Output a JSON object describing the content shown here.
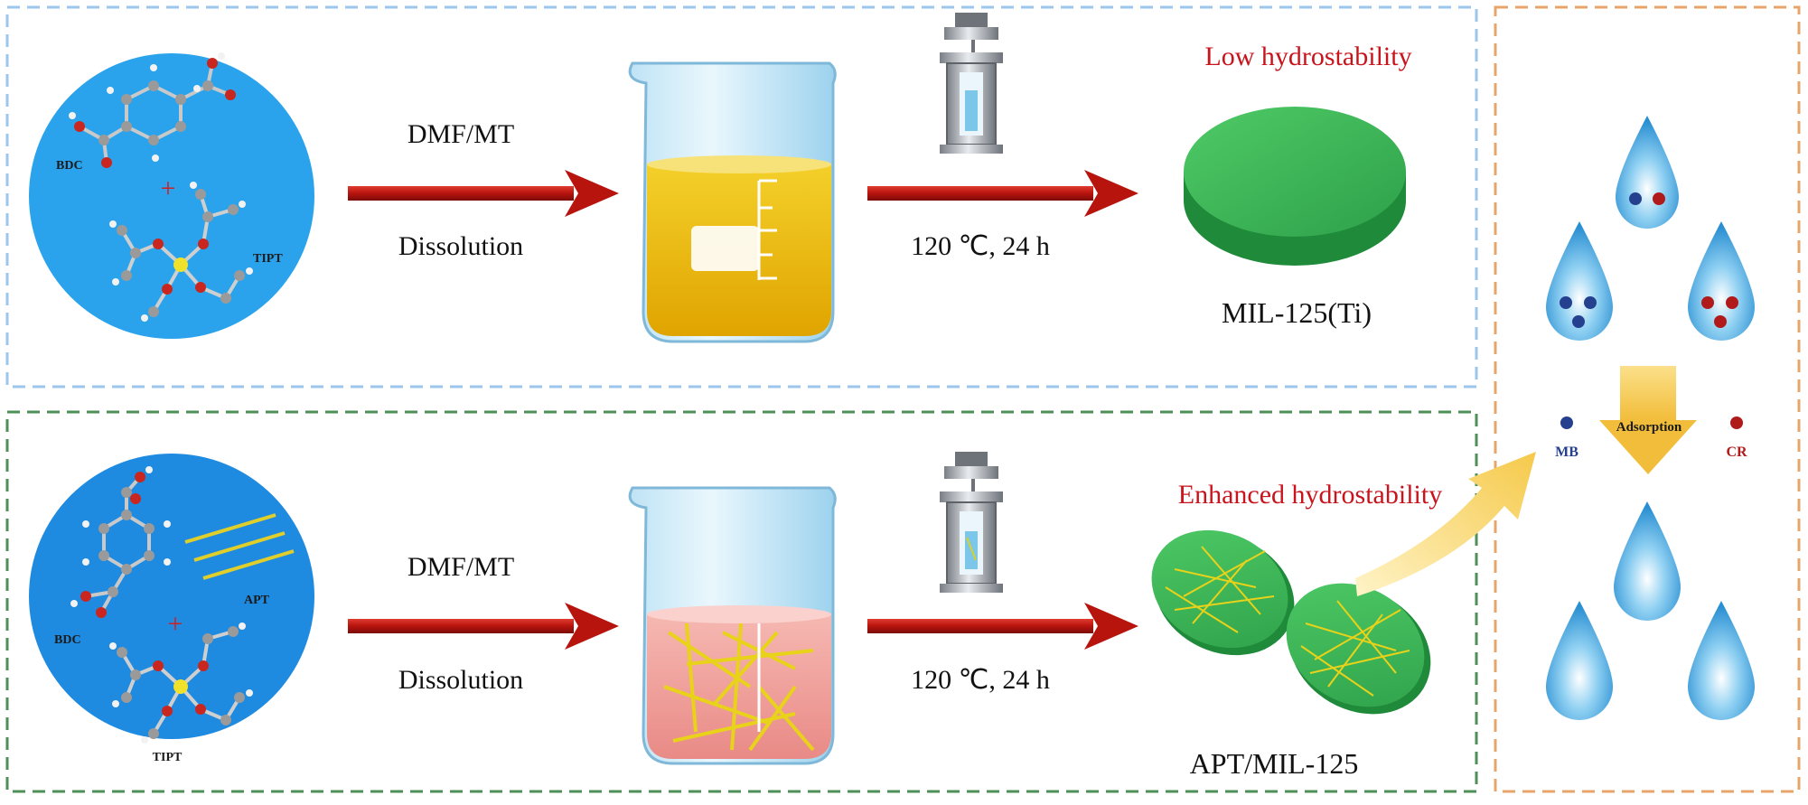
{
  "top_panel": {
    "molecule_labels": {
      "bdc": "BDC",
      "plus": "+",
      "tipt": "TIPT"
    },
    "solvent_label": "DMF/MT",
    "process_label": "Dissolution",
    "conditions_label": "120 ℃, 24 h",
    "stability_label": "Low hydrostability",
    "product_label": "MIL-125(Ti)"
  },
  "bottom_panel": {
    "molecule_labels": {
      "bdc": "BDC",
      "plus": "+",
      "tipt": "TIPT",
      "apt": "APT"
    },
    "solvent_label": "DMF/MT",
    "process_label": "Dissolution",
    "conditions_label": "120 ℃, 24 h",
    "stability_label": "Enhanced hydrostability",
    "product_label": "APT/MIL-125"
  },
  "right_panel": {
    "adsorption_label": "Adsorption",
    "mb_label": "MB",
    "cr_label": "CR"
  },
  "colors": {
    "top_border": "#9cc6ec",
    "bottom_border": "#4f8f58",
    "right_border": "#e8a46a",
    "circle_top": "#2aa3ec",
    "circle_bottom": "#1e8ae0",
    "arrow_red": "#c0201a",
    "stability_red": "#c8141c",
    "disc_green": "#3bbf5a",
    "apt_yellow": "#e8d21a",
    "mb_blue": "#24408e",
    "cr_red": "#b01a1a",
    "adsorption_arrow": "#f7cf52"
  }
}
